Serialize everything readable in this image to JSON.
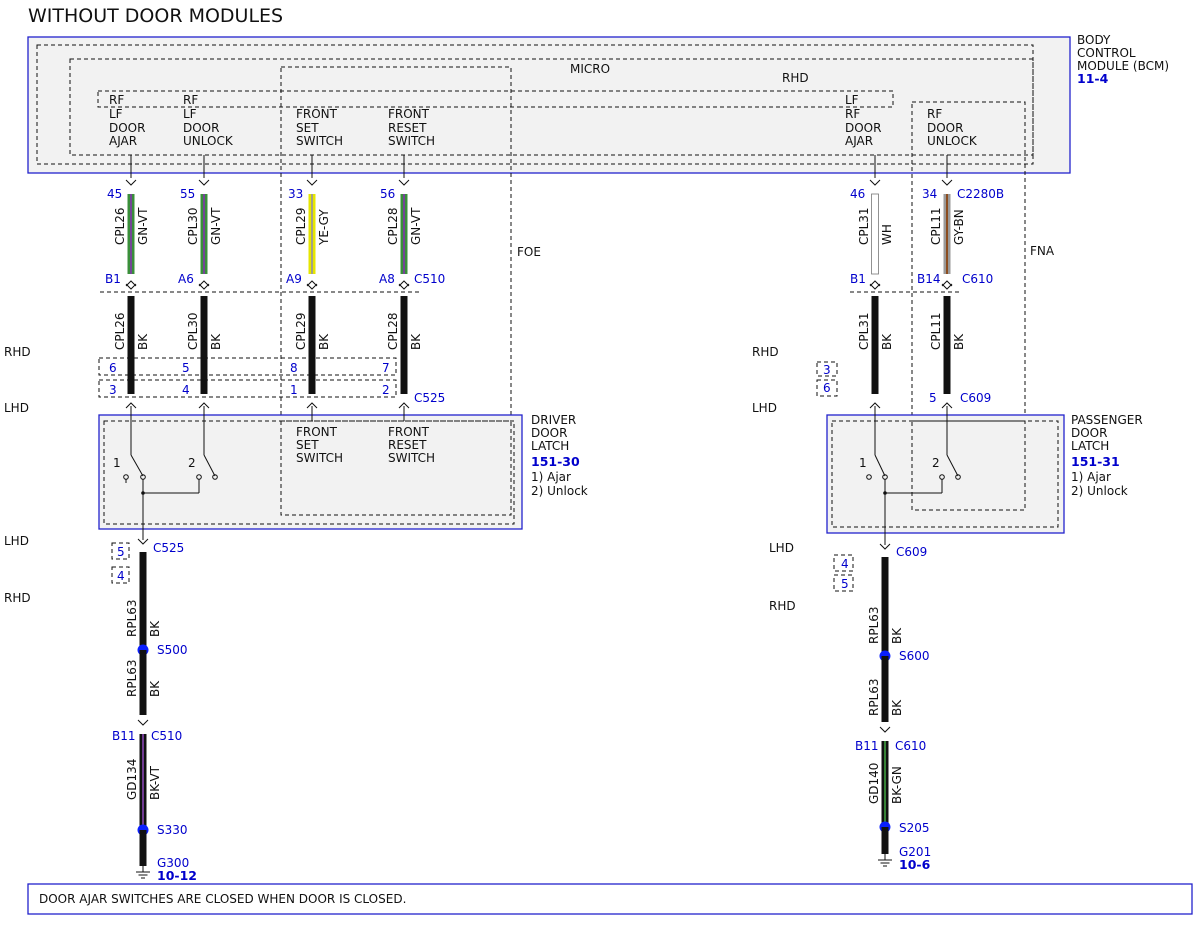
{
  "title": "WITHOUT DOOR MODULES",
  "bcm": {
    "lines": [
      "BODY",
      "CONTROL",
      "MODULE (BCM)"
    ],
    "ref": "11-4",
    "micro": "MICRO",
    "rhd": "RHD"
  },
  "bcm_labels": {
    "col1": [
      "RF",
      "LF",
      "DOOR",
      "AJAR"
    ],
    "col2": [
      "RF",
      "LF",
      "DOOR",
      "UNLOCK"
    ],
    "col3": [
      "FRONT",
      "SET",
      "SWITCH"
    ],
    "col4": [
      "FRONT",
      "RESET",
      "SWITCH"
    ],
    "col5": [
      "LF",
      "RF",
      "DOOR",
      "AJAR"
    ],
    "col6": [
      "RF",
      "DOOR",
      "UNLOCK"
    ]
  },
  "option_labels": {
    "foe": "FOE",
    "fna": "FNA"
  },
  "hand_labels": {
    "rhd": "RHD",
    "lhd": "LHD"
  },
  "pins_top": [
    "45",
    "55",
    "33",
    "56",
    "46",
    "34"
  ],
  "connectors": {
    "c2280b": "C2280B",
    "c510": "C510",
    "c610": "C610",
    "c525": "C525",
    "c609": "C609"
  },
  "wires_upper": [
    {
      "circuit": "CPL26",
      "color": "GN-VT"
    },
    {
      "circuit": "CPL30",
      "color": "GN-VT"
    },
    {
      "circuit": "CPL29",
      "color": "YE-GY"
    },
    {
      "circuit": "CPL28",
      "color": "GN-VT"
    },
    {
      "circuit": "CPL31",
      "color": "WH"
    },
    {
      "circuit": "CPL11",
      "color": "GY-BN"
    }
  ],
  "pins_mid": [
    "B1",
    "A6",
    "A9",
    "A8",
    "B1",
    "B14"
  ],
  "wires_lower": [
    {
      "circuit": "CPL26",
      "color": "BK"
    },
    {
      "circuit": "CPL30",
      "color": "BK"
    },
    {
      "circuit": "CPL29",
      "color": "BK"
    },
    {
      "circuit": "CPL28",
      "color": "BK"
    },
    {
      "circuit": "CPL31",
      "color": "BK"
    },
    {
      "circuit": "CPL11",
      "color": "BK"
    }
  ],
  "pins_rhd_left": [
    "6",
    "5",
    "8",
    "7"
  ],
  "pins_lhd_left": [
    "3",
    "4",
    "1",
    "2"
  ],
  "pins_right_small": [
    "3",
    "6"
  ],
  "pin_c609_right": "5",
  "driver_latch": {
    "lines": [
      "DRIVER",
      "DOOR",
      "LATCH"
    ],
    "ref": "151-30",
    "notes": [
      "1) Ajar",
      "2) Unlock"
    ],
    "switch_text_a": [
      "FRONT",
      "SET",
      "SWITCH"
    ],
    "switch_text_b": [
      "FRONT",
      "RESET",
      "SWITCH"
    ],
    "sw1": "1",
    "sw2": "2"
  },
  "passenger_latch": {
    "lines": [
      "PASSENGER",
      "DOOR",
      "LATCH"
    ],
    "ref": "151-31",
    "notes": [
      "1) Ajar",
      "2) Unlock"
    ],
    "sw1": "1",
    "sw2": "2"
  },
  "left_ground": {
    "pins_c525": [
      "5",
      "4"
    ],
    "wire1": {
      "circuit": "RPL63",
      "color": "BK"
    },
    "splice1": "S500",
    "wire2": {
      "circuit": "RPL63",
      "color": "BK"
    },
    "pin_b11": "B11",
    "c510": "C510",
    "wire3": {
      "circuit": "GD134",
      "color": "BK-VT"
    },
    "splice2": "S330",
    "ground": "G300",
    "ground_ref": "10-12"
  },
  "right_ground": {
    "pins_c609": [
      "4",
      "5"
    ],
    "wire1": {
      "circuit": "RPL63",
      "color": "BK"
    },
    "splice1": "S600",
    "wire2": {
      "circuit": "RPL63",
      "color": "BK"
    },
    "pin_b11": "B11",
    "c610": "C610",
    "wire3": {
      "circuit": "GD140",
      "color": "BK-GN"
    },
    "splice2": "S205",
    "ground": "G201",
    "ground_ref": "10-6"
  },
  "note": "DOOR AJAR SWITCHES ARE CLOSED WHEN DOOR IS CLOSED.",
  "wire_colors": {
    "GN": "#3a8f3a",
    "VT": "#7a3fa0",
    "YE": "#e6e600",
    "GY": "#9a9a9a",
    "WH": "#ffffff",
    "BN": "#8b4513",
    "BK": "#111111",
    "accent_blue": "#2222cc"
  }
}
